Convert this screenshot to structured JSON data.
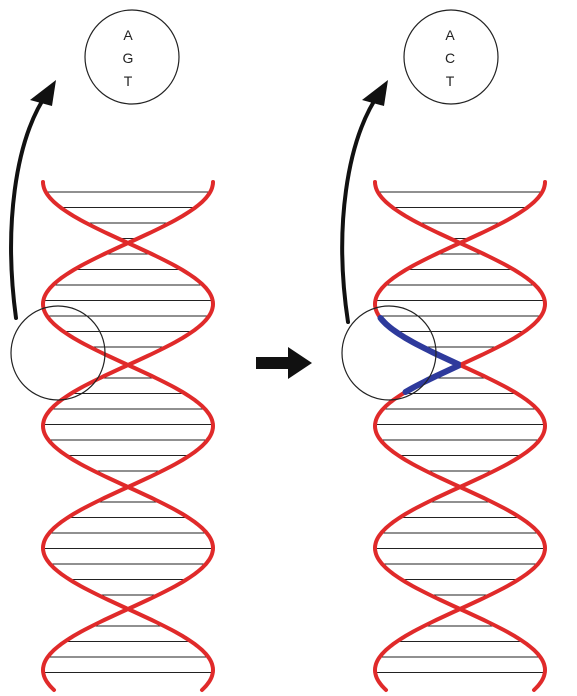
{
  "left_panel": {
    "codon_letters": [
      "A",
      "G",
      "T"
    ]
  },
  "right_panel": {
    "codon_letters": [
      "A",
      "C",
      "T"
    ]
  },
  "colors": {
    "strand": "#e02a2a",
    "edited_segment": "#2e3a9c",
    "rungs": "#222222",
    "arrows": "#111111",
    "background": "#ffffff"
  }
}
